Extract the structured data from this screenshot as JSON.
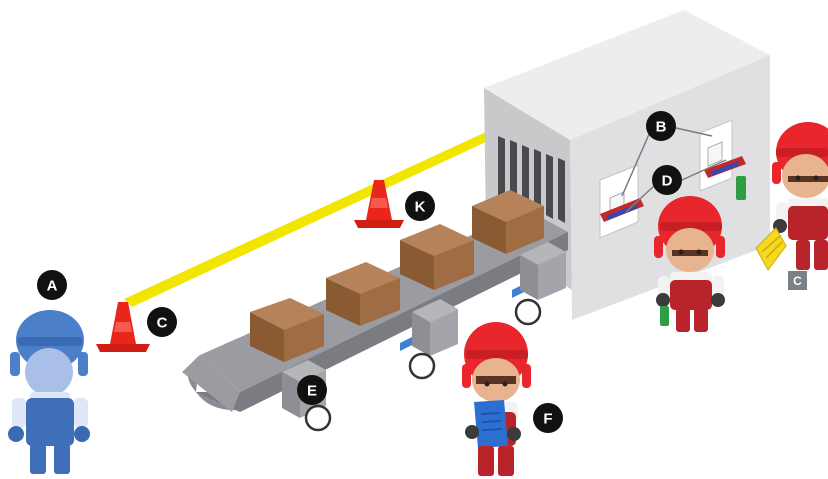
{
  "labels": {
    "A": "A",
    "B": "B",
    "C": "C",
    "D": "D",
    "E": "E",
    "F": "F",
    "K": "K",
    "tag_c": "C"
  },
  "colors": {
    "badge": "#111111",
    "tag": "#7a8088",
    "safety_line": "#f2e600",
    "cone": "#e8261b",
    "box": "#9a6a42",
    "machine": "#e4e4e6",
    "helmet_red": "#e8262b",
    "helmet_blue": "#4b7fc9",
    "overalls_red": "#b8242a",
    "overalls_blue": "#3f6fb8",
    "shirt": "#f2f2f2",
    "clipboard": "#2c6fd0",
    "lockout_device": "#f6d820"
  }
}
